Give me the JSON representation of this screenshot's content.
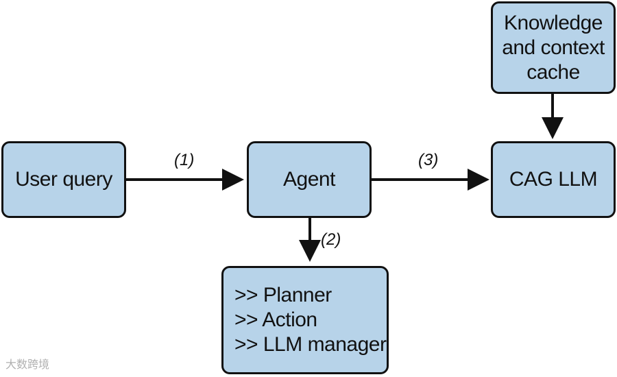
{
  "nodes": {
    "user_query": "User query",
    "agent": "Agent",
    "cag_llm": "CAG LLM",
    "knowledge": [
      "Knowledge",
      "and context",
      "cache"
    ],
    "agent_parts": [
      ">> Planner",
      ">> Action",
      ">> LLM manager"
    ]
  },
  "edges": {
    "step1": "(1)",
    "step2": "(2)",
    "step3": "(3)"
  },
  "watermark": "大数跨境",
  "colors": {
    "box_fill": "#b7d3e9",
    "stroke": "#111111"
  }
}
